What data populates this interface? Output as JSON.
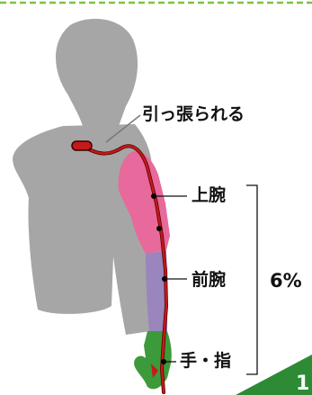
{
  "labels": {
    "pulled": "引っ張られる",
    "upper_arm": "上腕",
    "forearm": "前腕",
    "hand_fingers": "手・指",
    "percentage": "6%",
    "corner_number": "1"
  },
  "colors": {
    "dashed_border": "#7cc243",
    "body": "#a6a6a6",
    "upper_arm": "#e8699b",
    "forearm": "#9a86bd",
    "hand": "#3c9a3a",
    "nerve": "#c41a1a",
    "corner_badge": "#2e8b35"
  }
}
